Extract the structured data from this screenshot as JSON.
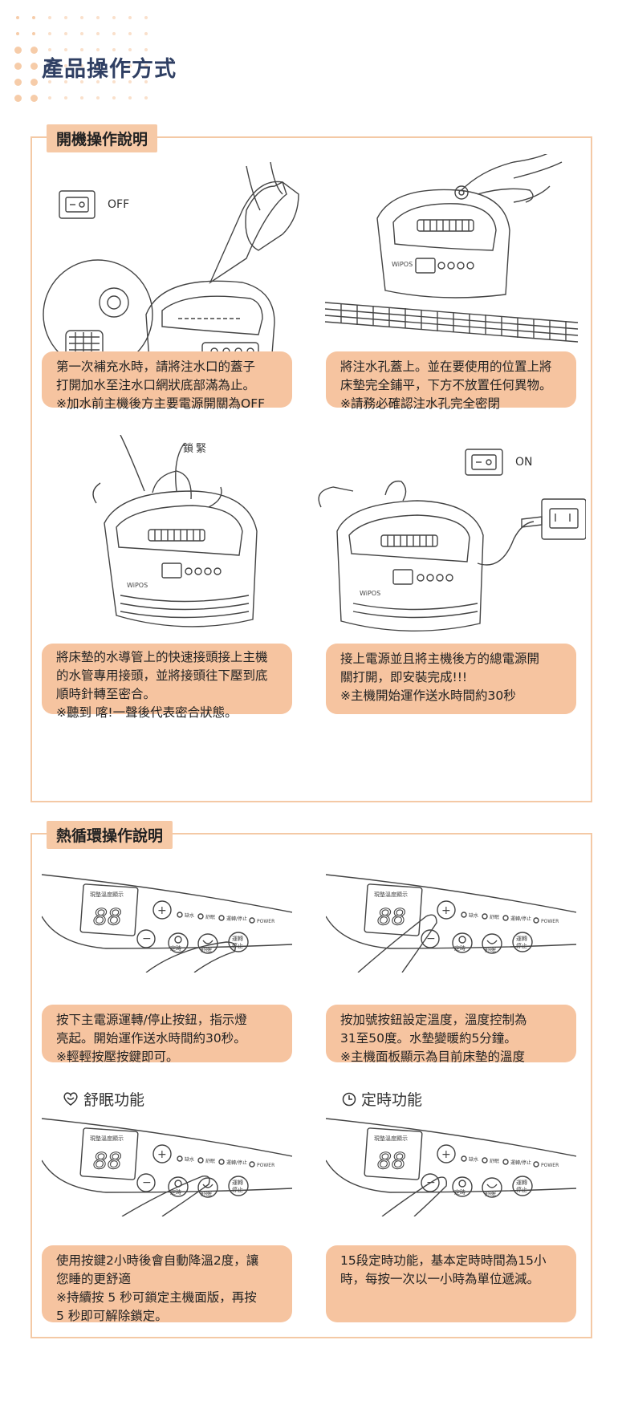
{
  "page_title": "產品操作方式",
  "section1": {
    "tab": "開機操作說明",
    "off_label": "OFF",
    "on_label": "ON",
    "lock_label": "鎖緊",
    "brand": "WiPOS",
    "captions": [
      [
        "第一次補充水時，請將注水口的蓋子",
        "打開加水至注水口網狀底部滿為止。",
        "※加水前主機後方主要電源開關為OFF"
      ],
      [
        "將注水孔蓋上。並在要使用的位置上將",
        "床墊完全鋪平，下方不放置任何異物。",
        "※請務必確認注水孔完全密閉"
      ],
      [
        "將床墊的水導管上的快速接頭接上主機",
        "的水管專用接頭，並將接頭往下壓到底",
        "順時針轉至密合。",
        "※聽到 喀!一聲後代表密合狀態。"
      ],
      [
        "接上電源並且將主機後方的總電源開",
        "關打開，即安裝完成!!!",
        "※主機開始運作送水時間約30秒"
      ]
    ]
  },
  "section2": {
    "tab": "熱循環操作說明",
    "panel": {
      "display_label": "現墊溫度顯示",
      "digits": "88",
      "plus": "+",
      "minus": "−",
      "ind_water": "缺水",
      "ind_sleep": "舒眠",
      "ind_run": "運轉/停止",
      "ind_power": "POWER",
      "btn_timer": "定時",
      "btn_sleep": "舒眠",
      "btn_run1": "運轉",
      "btn_run2": "停止"
    },
    "captions": [
      [
        "按下主電源運轉/停止按鈕，指示燈",
        "亮起。開始運作送水時間約30秒。",
        "※輕輕按壓按鍵即可。"
      ],
      [
        "按加號按鈕設定溫度，溫度控制為",
        "31至50度。水墊變暖約5分鐘。",
        "※主機面板顯示為目前床墊的溫度"
      ],
      [
        "使用按鍵2小時後會自動降溫2度，讓",
        "您睡的更舒適",
        "※持續按 5 秒可鎖定主機面版，再按",
        " 5 秒即可解除鎖定。"
      ],
      [
        "15段定時功能，基本定時時間為15小",
        "時，每按一次以一小時為單位遞減。"
      ]
    ],
    "sleep_title": "舒眠功能",
    "timer_title": "定時功能"
  }
}
